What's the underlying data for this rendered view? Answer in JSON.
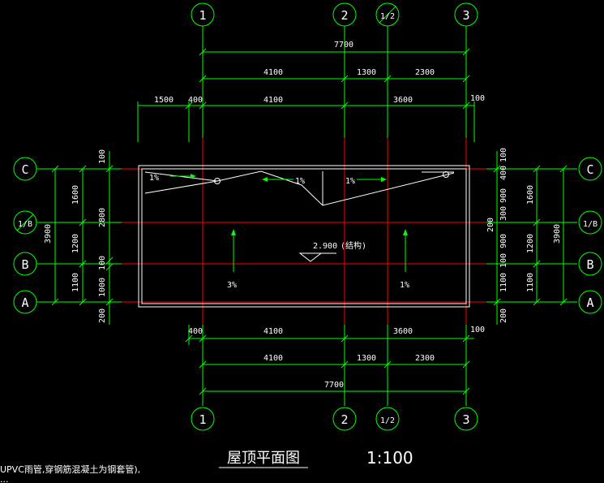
{
  "drawing": {
    "title": "屋顶平面图",
    "scale": "1:100",
    "note_line1": "UPVC雨管,穿钢筋混凝土为钢套管),",
    "note_line2": "...",
    "elevation_label": "2.900",
    "elevation_note": "(结构)",
    "slope_labels": [
      "1%",
      "1%",
      "1%",
      "3%",
      "1%"
    ]
  },
  "axes": {
    "top": [
      "1",
      "2",
      "1/2",
      "3"
    ],
    "bottom": [
      "1",
      "2",
      "1/2",
      "3"
    ],
    "left": [
      "C",
      "1/B",
      "B",
      "A"
    ],
    "right": [
      "C",
      "1/B",
      "B",
      "A"
    ]
  },
  "dimensions": {
    "top_total": "7700",
    "top_row1": [
      "4100",
      "1300",
      "2300"
    ],
    "top_row2": [
      "1500",
      "400",
      "4100",
      "3600",
      "100"
    ],
    "bottom_row1": [
      "400",
      "4100",
      "3600",
      "100"
    ],
    "bottom_row2": [
      "4100",
      "1300",
      "2300"
    ],
    "bottom_total": "7700",
    "left_outer": "3900",
    "left_mid": [
      "1600",
      "1200",
      "1100"
    ],
    "left_inner": [
      "100",
      "2800",
      "100",
      "1000",
      "200"
    ],
    "right_outer": "3900",
    "right_mid": [
      "1600",
      "1200",
      "1100"
    ],
    "right_inner": [
      "100",
      "400",
      "900",
      "300",
      "200",
      "900",
      "100",
      "1100",
      "200"
    ]
  },
  "colors": {
    "background": "#000000",
    "dimension_lines": "#00ff00",
    "axis_lines": "#ff0000",
    "outline": "#ffffff"
  }
}
